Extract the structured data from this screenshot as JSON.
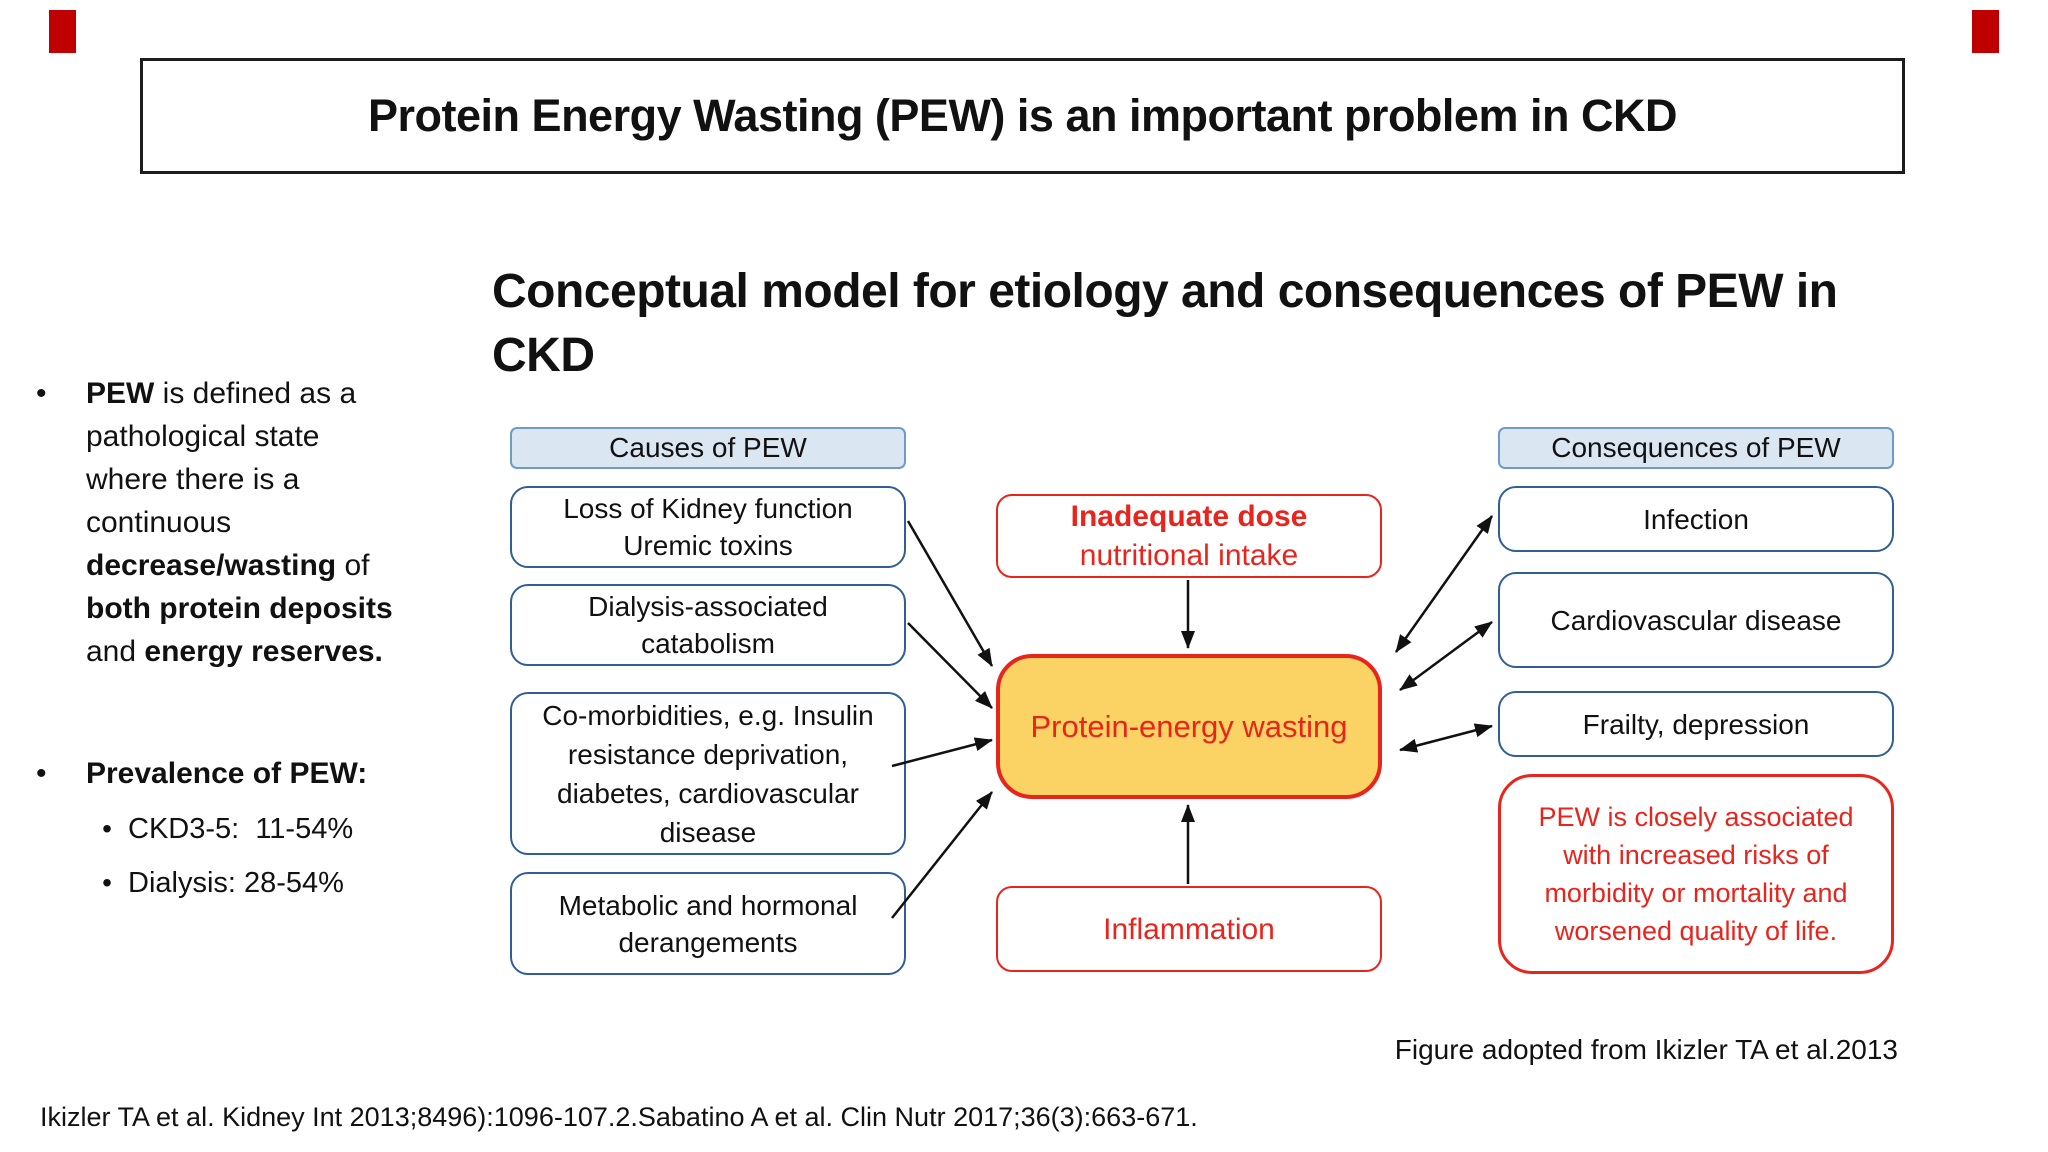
{
  "title_banner": {
    "text": "Protein Energy Wasting (PEW) is an important problem in CKD"
  },
  "left_panel": {
    "definition": {
      "s1": "PEW",
      "s2": " is defined as a pathological state where there is a continuous ",
      "s3": "decrease/wasting",
      "s4": " of ",
      "s5": "both protein deposits",
      "s6": " and ",
      "s7": "energy reserves."
    },
    "prevalence": {
      "label": "Prevalence of PEW:",
      "items": [
        "CKD3-5:  11-54%",
        "Dialysis: 28-54%"
      ]
    },
    "bullet_glyph": "•"
  },
  "diagram": {
    "heading": "Conceptual model for etiology and consequences of PEW in CKD",
    "causes": {
      "header": "Causes of PEW",
      "boxes": [
        "Loss of Kidney function Uremic toxins",
        "Dialysis-associated catabolism",
        "Co-morbidities, e.g. Insulin resistance deprivation, diabetes, cardiovascular disease",
        "Metabolic and hormonal derangements"
      ]
    },
    "center": {
      "inadequate_line1": "Inadequate dose",
      "inadequate_line2": "nutritional intake",
      "pew_box": "Protein-energy wasting",
      "inflammation": "Inflammation"
    },
    "consequences": {
      "header": "Consequences of PEW",
      "boxes": [
        "Infection",
        "Cardiovascular disease",
        "Frailty, depression"
      ],
      "note": "PEW is closely associated with increased risks of morbidity or mortality and worsened quality of life."
    }
  },
  "footer": {
    "figure_credit": "Figure adopted from Ikizler TA et al.2013",
    "citation": "Ikizler TA et al. Kidney Int 2013;8496):1096-107.2.Sabatino A et al. Clin Nutr 2017;36(3):663-671."
  },
  "colors": {
    "accent_red": "#e8251d",
    "pew_fill_gold": "#fbd364",
    "header_fill_blue": "#dbe6f3",
    "header_border_blue": "#6f9bc8",
    "node_border_blue": "#2f5f96",
    "corner_bar_red": "#c00000",
    "arrow_black": "#111111"
  }
}
